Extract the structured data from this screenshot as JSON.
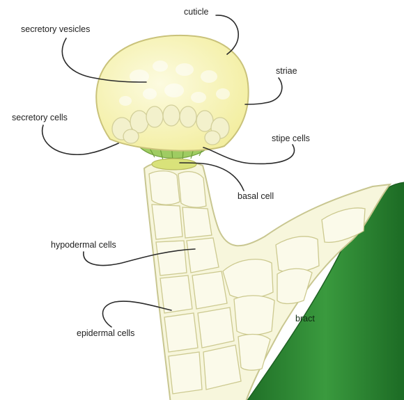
{
  "diagram": {
    "labels": {
      "cuticle": "cuticle",
      "secretory_vesicles": "secretory vesicles",
      "striae": "striae",
      "secretory_cells": "secretory cells",
      "stipe_cells": "stipe cells",
      "basal_cell": "basal cell",
      "hypodermal_cells": "hypodermal cells",
      "epidermal_cells": "epidermal cells",
      "bract": "bract"
    },
    "colors": {
      "head_fill": "#f8f5b8",
      "head_outline": "#c9c27a",
      "cell_fill": "#f7f6dc",
      "cell_outline": "#c8c690",
      "stipe_green": "#9fcc62",
      "bract_green": "#2f8a36",
      "leader_line": "#2a2a2a"
    }
  }
}
